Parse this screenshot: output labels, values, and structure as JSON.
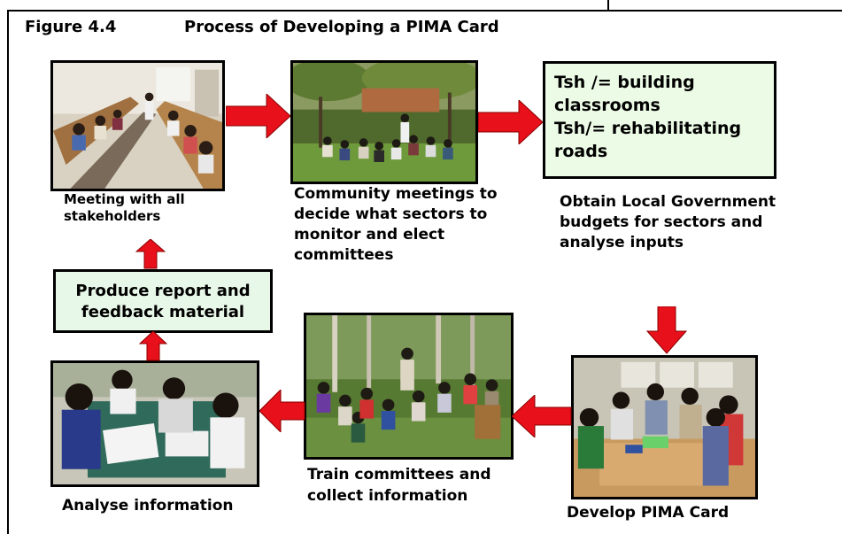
{
  "figure": {
    "number": "Figure 4.4",
    "title": "Process of Developing a PIMA Card"
  },
  "steps": {
    "meeting": "Meeting with all stakeholders",
    "community": "Community meetings to decide what sectors to monitor and elect committees",
    "budget": "Obtain Local Government budgets for sectors and analyse inputs",
    "develop": "Develop PIMA Card",
    "train": "Train committees and collect information",
    "analyse": "Analyse information",
    "report": "Produce report and feedback material"
  },
  "budget_box": {
    "line1": "Tsh /= building classrooms",
    "line2": "Tsh/= rehabilitating roads"
  },
  "colors": {
    "arrow": "#e8101a",
    "arrow_outline": "#8a0000",
    "box_fill": "#e8f8e8",
    "border": "#000000"
  }
}
